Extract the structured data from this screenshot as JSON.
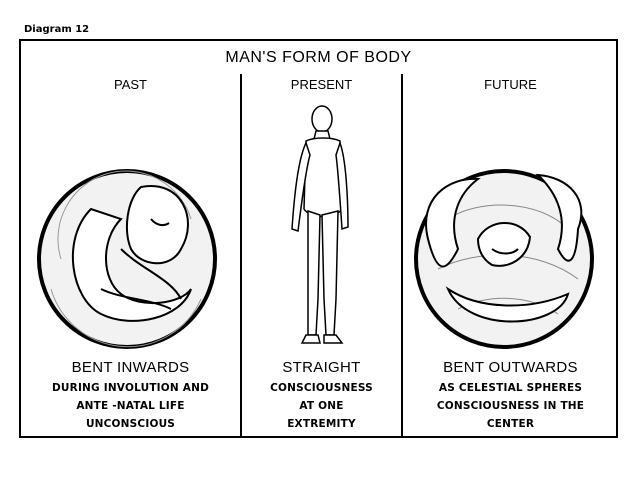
{
  "diagram_label": "Diagram 12",
  "title": "MAN'S FORM OF BODY",
  "columns": [
    {
      "title": "PAST",
      "figure_icon": "curled-embryo-sphere",
      "heading": "BENT INWARDS",
      "lines": [
        "DURING INVOLUTION AND",
        "ANTE -NATAL LIFE",
        "UNCONSCIOUS"
      ]
    },
    {
      "title": "PRESENT",
      "figure_icon": "standing-man-figure",
      "heading": "STRAIGHT",
      "lines": [
        "CONSCIOUSNESS",
        "AT ONE",
        "EXTREMITY"
      ]
    },
    {
      "title": "FUTURE",
      "figure_icon": "outward-bent-figure-sphere",
      "heading": "BENT OUTWARDS",
      "lines": [
        "AS CELESTIAL SPHERES",
        "CONSCIOUSNESS IN THE",
        "CENTER"
      ]
    }
  ],
  "colors": {
    "ink": "#000000",
    "paper": "#ffffff",
    "shade": "#e6e6e6"
  }
}
